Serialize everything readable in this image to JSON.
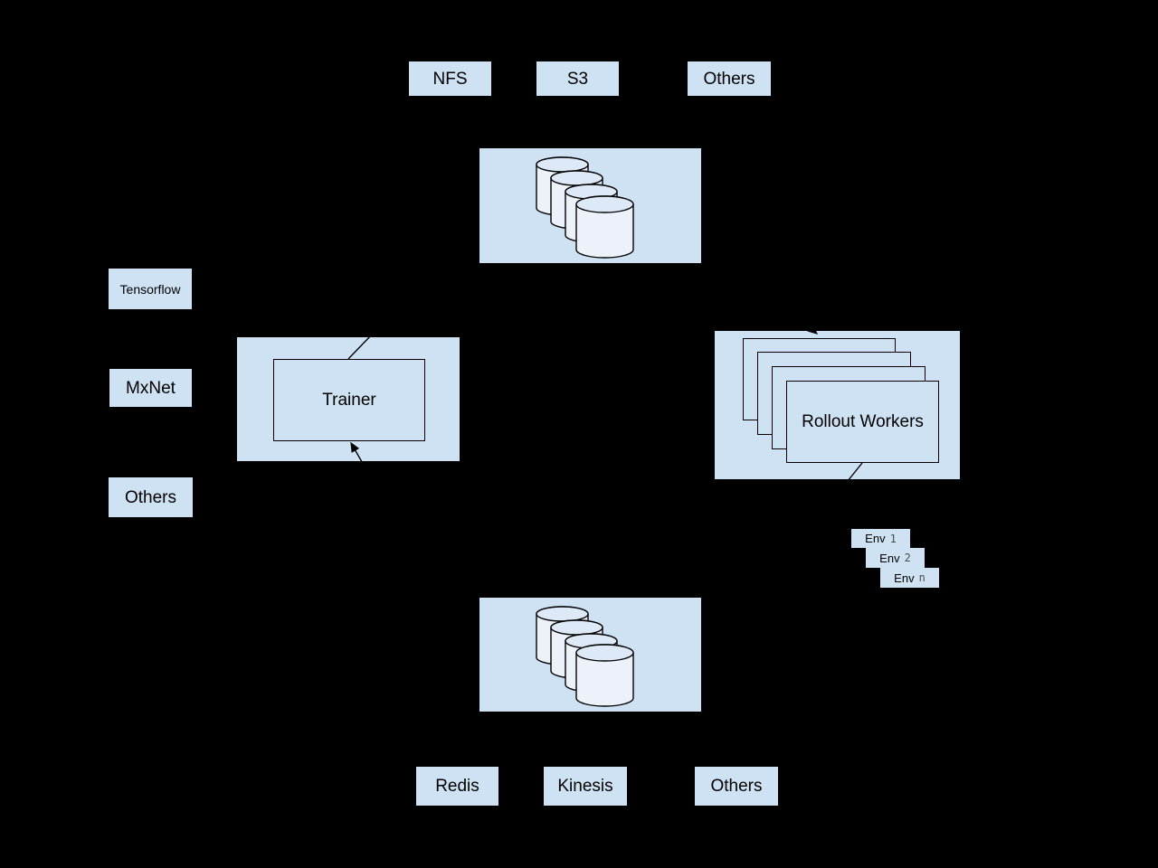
{
  "colors": {
    "background": "#000000",
    "node_fill": "#cfe2f3",
    "cylinder_body_fill": "#edf2fa",
    "cylinder_top_fill": "#dde9f6",
    "stroke": "#000000",
    "label_color": "#000000",
    "env_index_color": "#4a4a4a"
  },
  "top_storage_row": [
    {
      "label": "NFS"
    },
    {
      "label": "S3"
    },
    {
      "label": "Others"
    }
  ],
  "storage_top": {
    "icon": "database-cluster-icon"
  },
  "frameworks": [
    {
      "label": "Tensorflow"
    },
    {
      "label": "MxNet"
    },
    {
      "label": "Others"
    }
  ],
  "trainer": {
    "label": "Trainer"
  },
  "rollout_workers": {
    "label": "Rollout Workers"
  },
  "envs": [
    {
      "name": "Env",
      "index": "1"
    },
    {
      "name": "Env",
      "index": "2"
    },
    {
      "name": "Env",
      "index": "n"
    }
  ],
  "storage_bottom": {
    "icon": "database-cluster-icon"
  },
  "bottom_queue_row": [
    {
      "label": "Redis"
    },
    {
      "label": "Kinesis"
    },
    {
      "label": "Others"
    }
  ]
}
